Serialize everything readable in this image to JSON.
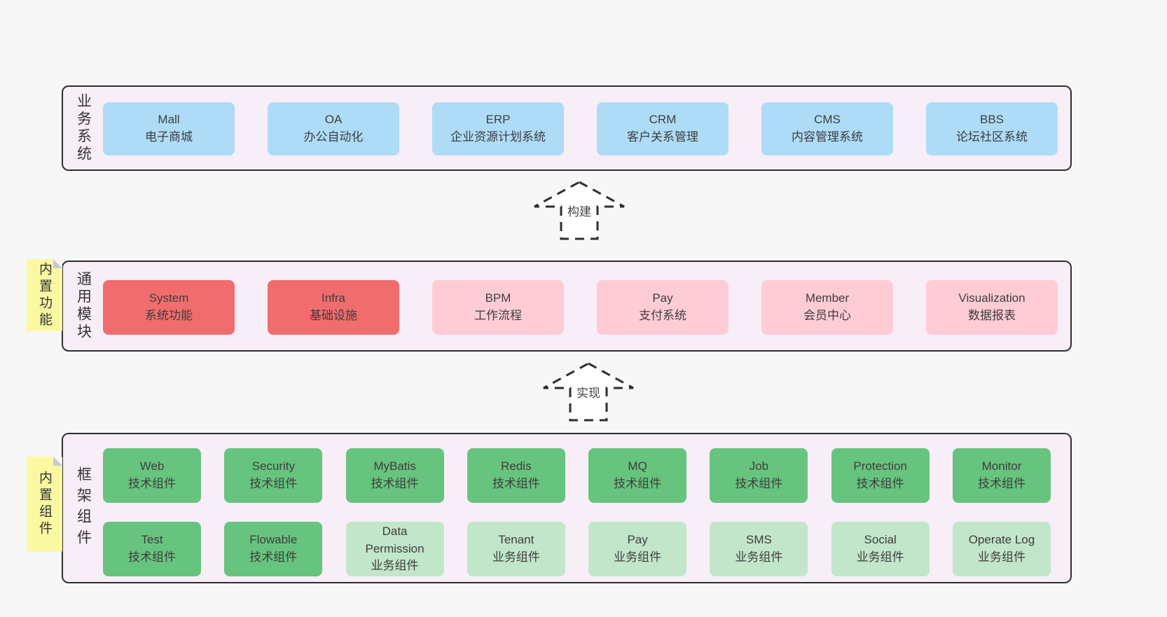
{
  "colors": {
    "page_bg": "#f7f7f7",
    "band_bg": "#f8eef7",
    "band_border": "#2f2f2f",
    "blue_box": "#aedcf7",
    "red_box": "#f16d6d",
    "pink_box": "#ffccd6",
    "green_box": "#67c47e",
    "light_green_box": "#c2e6ca",
    "sticky_bg": "#fbf8a2",
    "sticky_fold": "#c8c8cd",
    "text": "#3d3d3d"
  },
  "bands": {
    "business": {
      "label": "业务系统",
      "boxes": [
        {
          "text": "Mall\n电子商城"
        },
        {
          "text": "OA\n办公自动化"
        },
        {
          "text": "ERP\n企业资源计划系统"
        },
        {
          "text": "CRM\n客户关系管理"
        },
        {
          "text": "CMS\n内容管理系统"
        },
        {
          "text": "BBS\n论坛社区系统"
        }
      ]
    },
    "modules": {
      "label": "通用模块",
      "sticky": "内置功能",
      "boxes": [
        {
          "text": "System\n系统功能"
        },
        {
          "text": "Infra\n基础设施"
        },
        {
          "text": "BPM\n工作流程"
        },
        {
          "text": "Pay\n支付系统"
        },
        {
          "text": "Member\n会员中心"
        },
        {
          "text": "Visualization\n数据报表"
        }
      ]
    },
    "framework": {
      "label": "框架组件",
      "sticky": "内置组件",
      "row1": [
        {
          "text": "Web\n技术组件"
        },
        {
          "text": "Security\n技术组件"
        },
        {
          "text": "MyBatis\n技术组件"
        },
        {
          "text": "Redis\n技术组件"
        },
        {
          "text": "MQ\n技术组件"
        },
        {
          "text": "Job\n技术组件"
        },
        {
          "text": "Protection\n技术组件"
        },
        {
          "text": "Monitor\n技术组件"
        }
      ],
      "row2": [
        {
          "text": "Test\n技术组件"
        },
        {
          "text": "Flowable\n技术组件"
        },
        {
          "text": "Data\nPermission\n业务组件"
        },
        {
          "text": "Tenant\n业务组件"
        },
        {
          "text": "Pay\n业务组件"
        },
        {
          "text": "SMS\n业务组件"
        },
        {
          "text": "Social\n业务组件"
        },
        {
          "text": "Operate Log\n业务组件"
        }
      ]
    }
  },
  "arrows": {
    "build": "构建",
    "implement": "实现"
  }
}
